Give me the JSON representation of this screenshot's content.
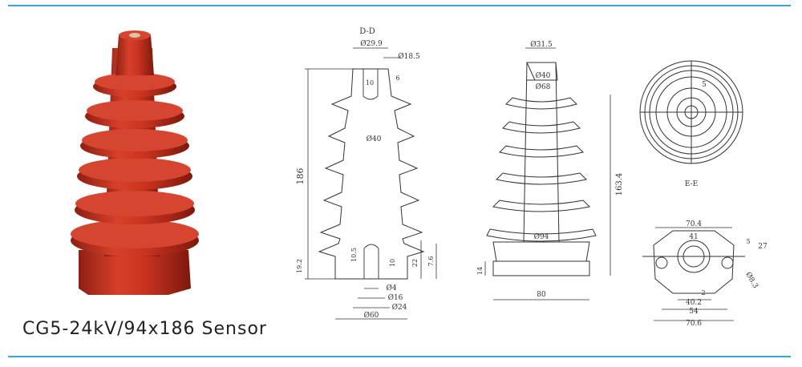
{
  "caption": "CG5-24kV/94x186 Sensor",
  "colors": {
    "rule": "#3aa5d8",
    "insulator": "#c8321f"
  },
  "section_view": {
    "title": "D-D",
    "dims": {
      "top_diameter": "Ø29.9",
      "hole_diameter": "Ø18.5",
      "slot_width": "10",
      "slot_depth": "6",
      "core_diameter": "Ø40",
      "height": "186",
      "bottom_slot_width": "10.5",
      "bottom_slot_width_right": "10",
      "bottom_height": "22",
      "bottom_offset": "7.6",
      "base_height": "19.2",
      "pin_diameter": "Ø4",
      "bore_diameter": "Ø16",
      "boss_diameter": "Ø24",
      "base_diameter": "Ø60"
    }
  },
  "front_view": {
    "dims": {
      "top_diameter": "Ø31.5",
      "neck_diameter": "Ø40",
      "shed_diameter": "Ø68",
      "height": "163.4",
      "max_diameter": "Ø94",
      "foot_height": "14",
      "base_width": "80"
    }
  },
  "top_view": {
    "title": "E-E",
    "dims": {
      "offset": "5"
    }
  },
  "bottom_view": {
    "dims": {
      "outer_width": "70.4",
      "inner_width": "41",
      "thickness": "5",
      "side": "27",
      "gap": "2",
      "hole_spacing_inner": "40.2",
      "hole_spacing": "54",
      "overall_width": "70.6",
      "hole_diameter": "Ø8.3"
    }
  }
}
